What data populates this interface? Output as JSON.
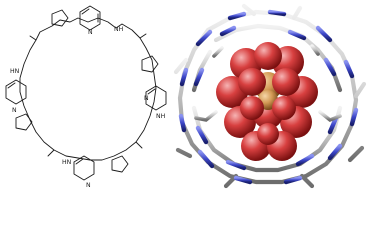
{
  "structure_labels": {
    "amide_nh": "NH",
    "amide_hn": "HN",
    "nitrogen": "N",
    "nitrogen_n": "N"
  },
  "colors": {
    "background": "#ffffff",
    "bond": "#1a1a1a",
    "stick_carbon": "#c9c9c9",
    "stick_nitrogen": "#3c46c8",
    "sphere_oxygen": "#d23a3a",
    "sphere_highlight": "#f3a3a3",
    "sphere_sulfur": "#d9a05a"
  },
  "icons": [
    "chemical-structure-drawing",
    "molecular-model-rendering"
  ]
}
